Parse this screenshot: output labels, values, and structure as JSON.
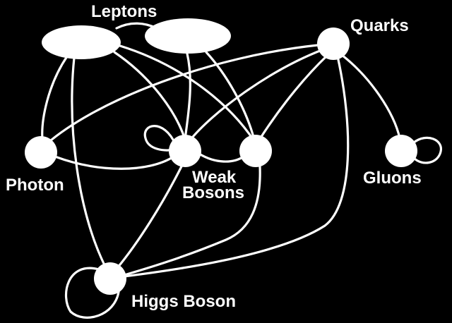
{
  "diagram": {
    "background": "#000000",
    "foreground": "#ffffff",
    "labels": {
      "leptons": "Leptons",
      "quarks": "Quarks",
      "photon": "Photon",
      "weak_line1": "Weak",
      "weak_line2": "Bosons",
      "gluons": "Gluons",
      "higgs": "Higgs Boson"
    },
    "nodes": [
      {
        "id": "lepton-a",
        "group": "Leptons"
      },
      {
        "id": "lepton-b",
        "group": "Leptons"
      },
      {
        "id": "quarks",
        "group": "Quarks"
      },
      {
        "id": "photon",
        "group": "Photon"
      },
      {
        "id": "weak-a",
        "group": "Weak Bosons"
      },
      {
        "id": "weak-b",
        "group": "Weak Bosons"
      },
      {
        "id": "gluons",
        "group": "Gluons"
      },
      {
        "id": "higgs",
        "group": "Higgs Boson"
      }
    ],
    "edges": [
      [
        "lepton-a",
        "lepton-b"
      ],
      [
        "lepton-a",
        "photon"
      ],
      [
        "lepton-a",
        "weak-a"
      ],
      [
        "lepton-a",
        "weak-b"
      ],
      [
        "lepton-a",
        "higgs"
      ],
      [
        "lepton-b",
        "weak-a"
      ],
      [
        "lepton-b",
        "weak-b"
      ],
      [
        "quarks",
        "photon"
      ],
      [
        "quarks",
        "weak-a"
      ],
      [
        "quarks",
        "weak-b"
      ],
      [
        "quarks",
        "gluons"
      ],
      [
        "quarks",
        "higgs"
      ],
      [
        "photon",
        "weak-a"
      ],
      [
        "weak-a",
        "weak-b"
      ],
      [
        "weak-a",
        "higgs"
      ],
      [
        "weak-b",
        "higgs"
      ],
      [
        "weak-a",
        "weak-a"
      ],
      [
        "gluons",
        "gluons"
      ],
      [
        "higgs",
        "higgs"
      ]
    ]
  }
}
